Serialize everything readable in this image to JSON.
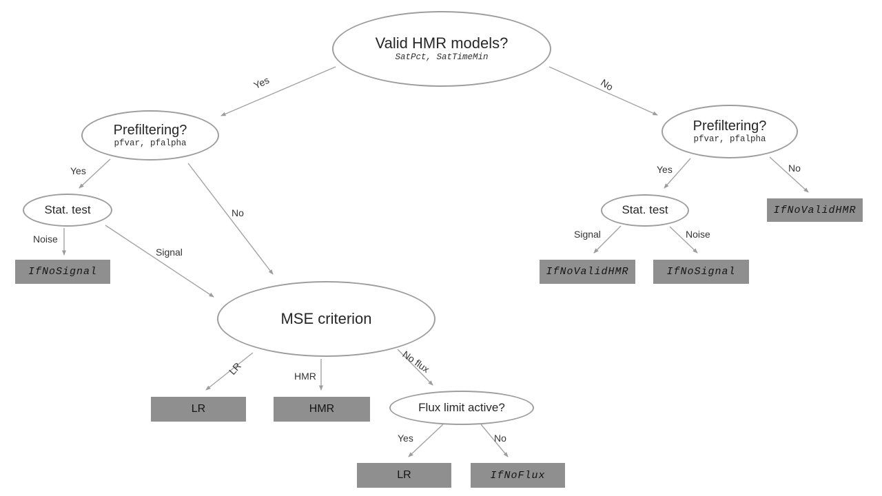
{
  "diagram": {
    "nodes": {
      "valid_hmr": {
        "label": "Valid HMR models?",
        "params": "SatPct, SatTimeMin"
      },
      "prefilter_left": {
        "label": "Prefiltering?",
        "params": "pfvar, pfalpha"
      },
      "prefilter_right": {
        "label": "Prefiltering?",
        "params": "pfvar, pfalpha"
      },
      "stat_test_left": {
        "label": "Stat. test"
      },
      "stat_test_right": {
        "label": "Stat. test"
      },
      "mse": {
        "label": "MSE criterion"
      },
      "flux_limit": {
        "label": "Flux limit active?"
      }
    },
    "terminals": {
      "ifnosignal_left": "IfNoSignal",
      "lr_left": "LR",
      "hmr": "HMR",
      "lr_bottom": "LR",
      "ifnoflux": "IfNoFlux",
      "ifnovalidhmr_mid": "IfNoValidHMR",
      "ifnosignal_right": "IfNoSignal",
      "ifnovalidhmr_right": "IfNoValidHMR"
    },
    "edge_labels": {
      "top_yes": "Yes",
      "top_no": "No",
      "pf_left_yes": "Yes",
      "pf_left_no": "No",
      "stat_left_noise": "Noise",
      "stat_left_signal": "Signal",
      "mse_lr": "LR",
      "mse_hmr": "HMR",
      "mse_noflux": "No flux",
      "flux_yes": "Yes",
      "flux_no": "No",
      "pf_right_yes": "Yes",
      "pf_right_no": "No",
      "stat_right_signal": "Signal",
      "stat_right_noise": "Noise"
    },
    "colors": {
      "line": "#9d9d9d",
      "terminal_fill": "#8f8f8f",
      "text": "#262626"
    }
  }
}
